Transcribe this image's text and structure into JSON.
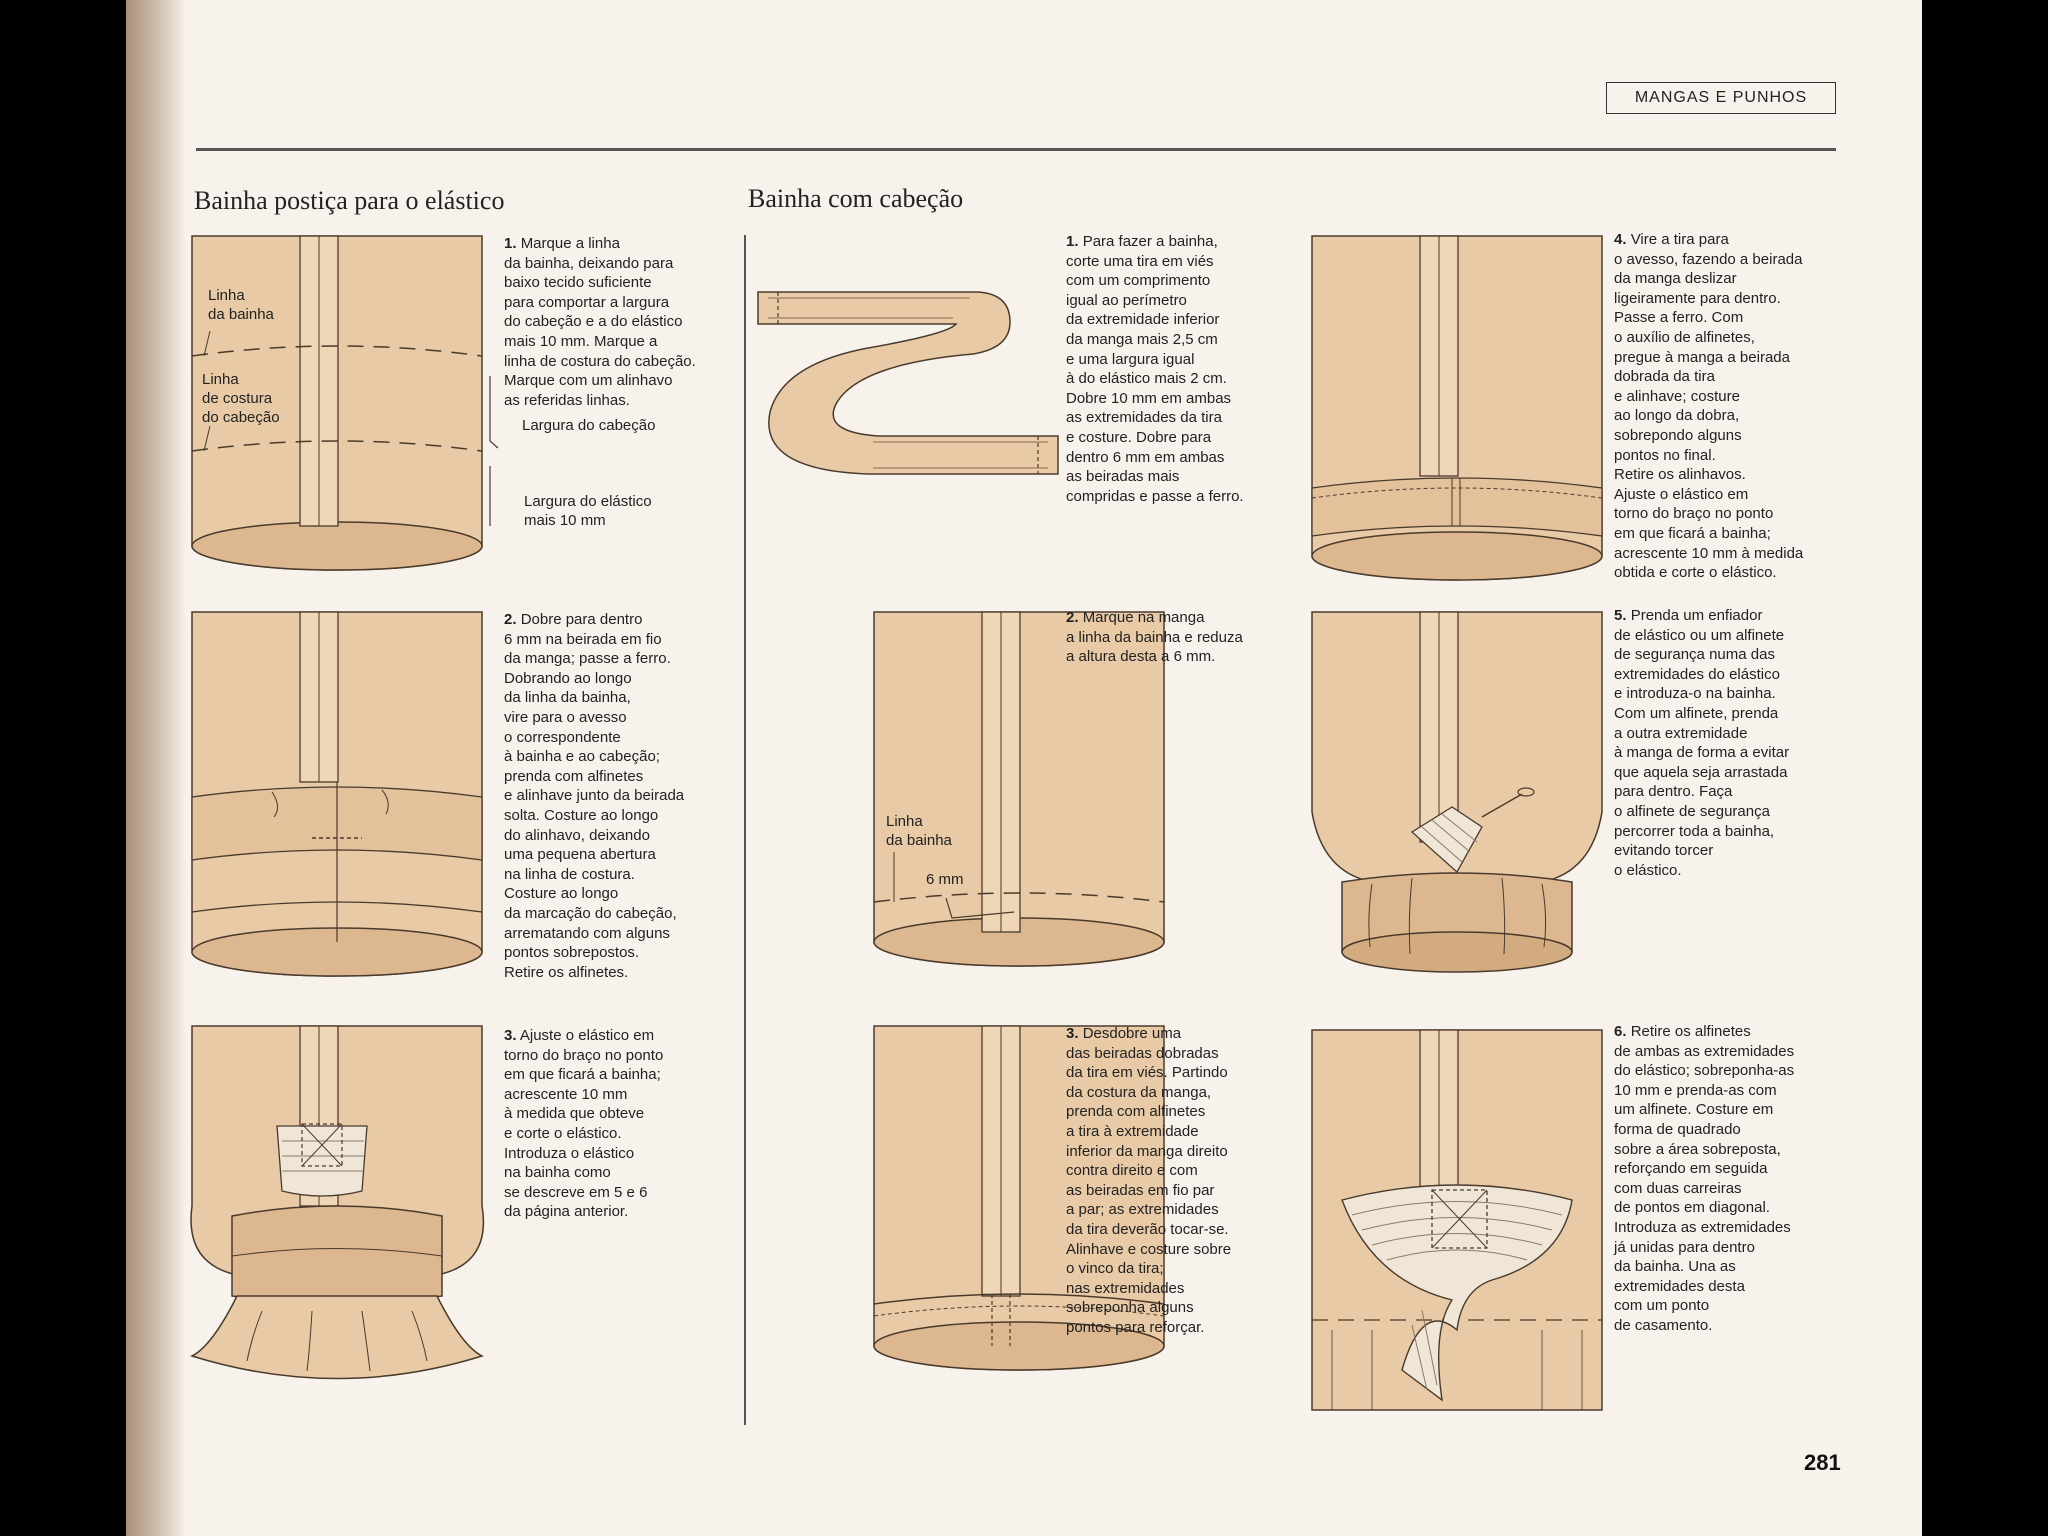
{
  "header": {
    "section_label": "MANGAS E PUNHOS"
  },
  "sections": [
    {
      "title": "Bainha postiça para o elástico"
    },
    {
      "title": "Bainha com cabeção"
    }
  ],
  "left_labels": {
    "linha_bainha": "Linha\nda bainha",
    "linha_costura": "Linha\nde costura\ndo cabeção",
    "largura_cabecao": "Largura do cabeção",
    "largura_elastico": "Largura do elástico\nmais 10 mm"
  },
  "mid_labels": {
    "linha_bainha": "Linha\nda bainha",
    "seis_mm": "6 mm"
  },
  "instructions_left": [
    {
      "num": "1.",
      "text": "Marque a linha\nda bainha, deixando para\nbaixo tecido suficiente\npara comportar a largura\ndo cabeção e a do elástico\nmais 10 mm. Marque a\nlinha de costura do cabeção.\nMarque com um alinhavo\nas referidas linhas."
    },
    {
      "num": "2.",
      "text": "Dobre para dentro\n6 mm na beirada em fio\nda manga; passe a ferro.\nDobrando ao longo\nda linha da bainha,\nvire para o avesso\no correspondente\nà bainha e ao cabeção;\nprenda com alfinetes\ne alinhave junto da beirada\nsolta. Costure ao longo\ndo alinhavo, deixando\numa pequena abertura\nna linha de costura.\nCosture ao longo\nda marcação do cabeção,\narrematando com alguns\npontos sobrepostos.\nRetire os alfinetes."
    },
    {
      "num": "3.",
      "text": "Ajuste o elástico em\ntorno do braço no ponto\nem que ficará a bainha;\nacrescente 10 mm\nà medida que obteve\ne corte o elástico.\nIntroduza o elástico\nna bainha como\nse descreve em 5 e 6\nda página anterior."
    }
  ],
  "instructions_mid": [
    {
      "num": "1.",
      "text": "Para fazer a bainha,\ncorte uma tira em viés\ncom um comprimento\nigual ao perímetro\nda extremidade inferior\nda manga mais 2,5 cm\ne uma largura igual\nà do elástico mais 2 cm.\nDobre 10 mm em ambas\nas extremidades da tira\ne costure. Dobre para\ndentro 6 mm em ambas\nas beiradas mais\ncompridas e passe a ferro."
    },
    {
      "num": "2.",
      "text": "Marque na manga\na linha da bainha e reduza\na altura desta a 6 mm."
    },
    {
      "num": "3.",
      "text": "Desdobre uma\ndas beiradas dobradas\nda tira em viés. Partindo\nda costura da manga,\nprenda com alfinetes\na tira à extremidade\ninferior da manga direito\ncontra direito e com\nas beiradas em fio par\na par; as extremidades\nda tira deverão tocar-se.\nAlinhave e costure sobre\no vinco da tira;\nnas extremidades\nsobreponha alguns\npontos para reforçar."
    }
  ],
  "instructions_right": [
    {
      "num": "4.",
      "text": "Vire a tira para\no avesso, fazendo a beirada\nda manga deslizar\nligeiramente para dentro.\nPasse a ferro. Com\no auxílio de alfinetes,\npregue à manga a beirada\ndobrada da tira\ne alinhave; costure\nao longo da dobra,\nsobrepondo alguns\npontos no final.\nRetire os alinhavos.\nAjuste o elástico em\ntorno do braço no ponto\nem que ficará a bainha;\nacrescente 10 mm à medida\nobtida e corte o elástico."
    },
    {
      "num": "5.",
      "text": "Prenda um enfiador\nde elástico ou um alfinete\nde segurança numa das\nextremidades do elástico\ne introduza-o na bainha.\nCom um alfinete, prenda\na outra extremidade\nà manga de forma a evitar\nque aquela seja arrastada\npara dentro. Faça\no alfinete de segurança\npercorrer toda a bainha,\nevitando torcer\no elástico."
    },
    {
      "num": "6.",
      "text": "Retire os alfinetes\nde ambas as extremidades\ndo elástico; sobreponha-as\n10 mm e prenda-as com\num alfinete. Costure em\nforma de quadrado\nsobre a área sobreposta,\nreforçando em seguida\ncom duas carreiras\nde pontos em diagonal.\nIntroduza as extremidades\njá unidas para dentro\nda bainha. Una as\nextremidades desta\ncom um ponto\nde casamento."
    }
  ],
  "page_number": "281",
  "colors": {
    "fabric": "#e8cba6",
    "fabric_dark": "#d9b58c",
    "line": "#4a3a2c",
    "paper": "#f7f3ec"
  }
}
